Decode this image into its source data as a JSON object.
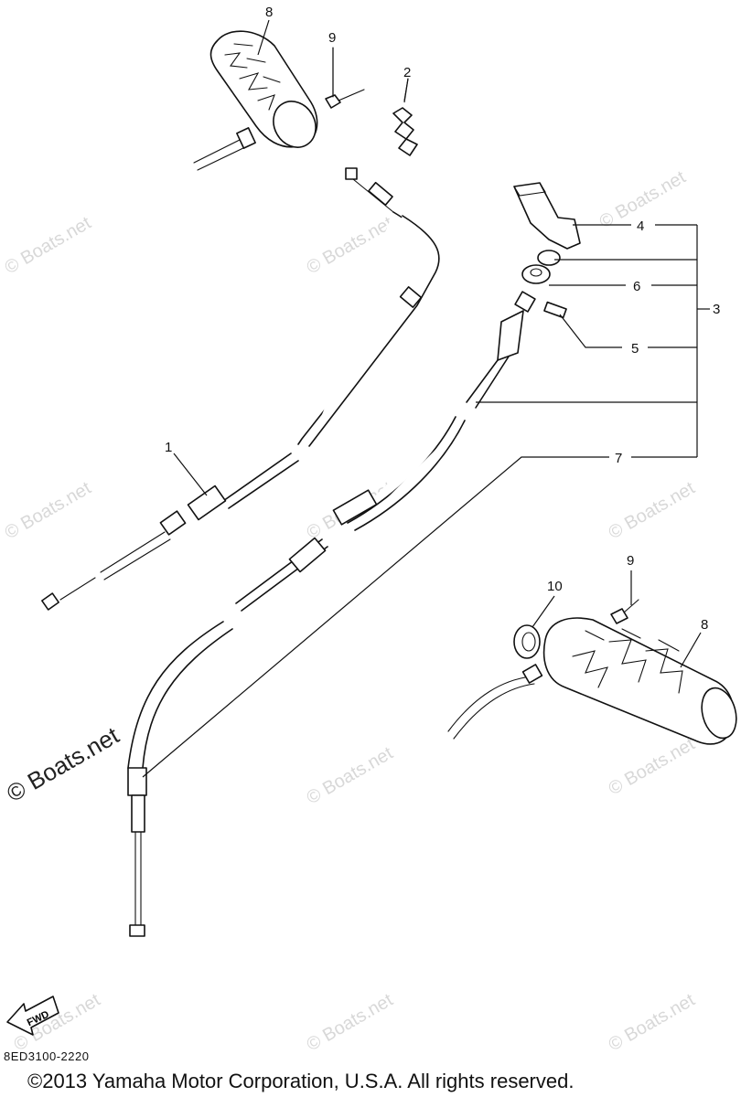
{
  "callouts": {
    "c1": "1",
    "c2": "2",
    "c3": "3",
    "c4": "4",
    "c5": "5",
    "c6": "6",
    "c7": "7",
    "c8a": "8",
    "c8b": "8",
    "c9a": "9",
    "c9b": "9",
    "c10": "10"
  },
  "watermark": "© Boats.net",
  "fwd_label": "FWD",
  "part_code": "8ED3100-2220",
  "copyright": "©2013 Yamaha Motor Corporation, U.S.A. All rights reserved."
}
